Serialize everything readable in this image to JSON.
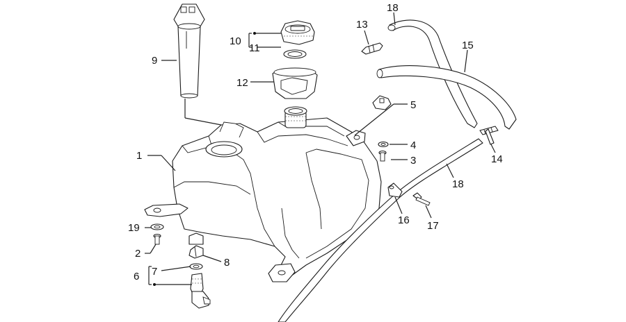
{
  "labels": {
    "l1": "1",
    "l2": "2",
    "l3": "3",
    "l4": "4",
    "l5": "5",
    "l6": "6",
    "l7": "7",
    "l8": "8",
    "l9": "9",
    "l10": "10",
    "l11": "11",
    "l12": "12",
    "l13": "13",
    "l14": "14",
    "l15": "15",
    "l16": "16",
    "l17": "17",
    "l18a": "18",
    "l18b": "18",
    "l19": "19"
  }
}
